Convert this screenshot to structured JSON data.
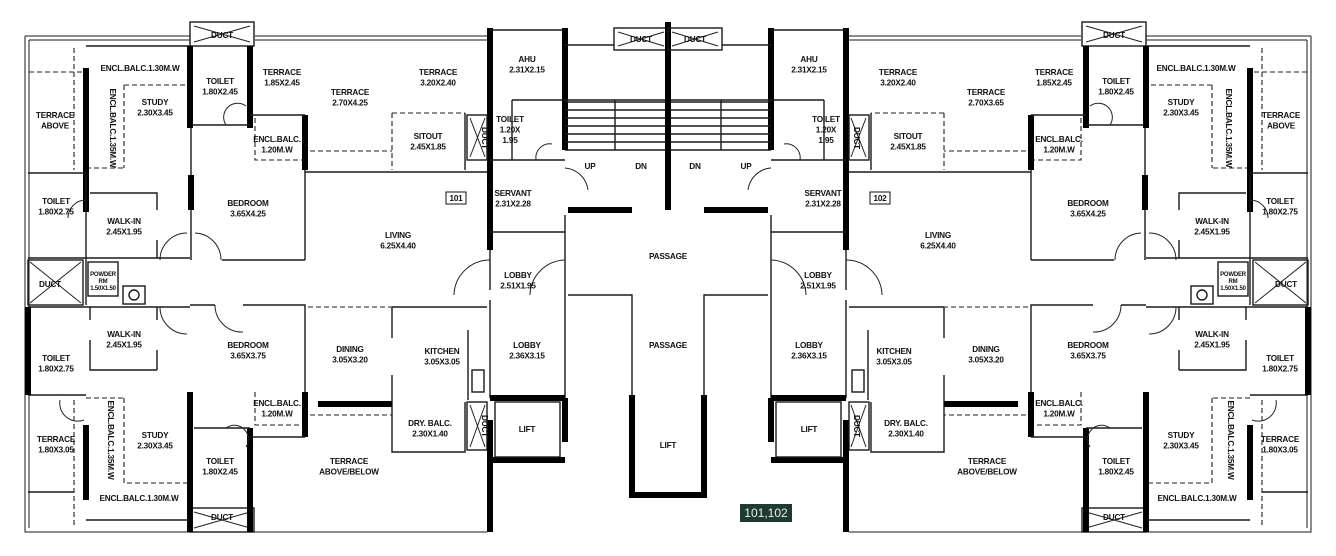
{
  "plan_badge": "101,102",
  "unit_101": {
    "number": "101",
    "rooms": [
      {
        "lines": [
          "ENCL.BALC.1.30M.W"
        ]
      },
      {
        "lines": [
          "TERRACE",
          "ABOVE"
        ]
      },
      {
        "lines": [
          "ENCL.BALC.1.35M.W"
        ],
        "vertical": true
      },
      {
        "lines": [
          "STUDY",
          "2.30X3.45"
        ]
      },
      {
        "lines": [
          "TOILET",
          "1.80X2.45"
        ]
      },
      {
        "lines": [
          "TERRACE",
          "1.85X2.45"
        ]
      },
      {
        "lines": [
          "TERRACE",
          "2.70X4.25"
        ]
      },
      {
        "lines": [
          "TERRACE",
          "3.20X2.40"
        ]
      },
      {
        "lines": [
          "ENCL.BALC.",
          "1.20M.W"
        ]
      },
      {
        "lines": [
          "SITOUT",
          "2.45X1.85"
        ]
      },
      {
        "lines": [
          "TOILET",
          "1.80X2.75"
        ]
      },
      {
        "lines": [
          "WALK-IN",
          "2.45X1.95"
        ]
      },
      {
        "lines": [
          "BEDROOM",
          "3.65X4.25"
        ]
      },
      {
        "lines": [
          "LIVING",
          "6.25X4.40"
        ]
      },
      {
        "lines": [
          "DUCT"
        ]
      },
      {
        "lines": [
          "POWDER",
          "RM",
          "1.50X1.50"
        ],
        "small": true
      },
      {
        "lines": [
          "WALK-IN",
          "2.45X1.95"
        ]
      },
      {
        "lines": [
          "TOILET",
          "1.80X2.75"
        ]
      },
      {
        "lines": [
          "BEDROOM",
          "3.65X3.75"
        ]
      },
      {
        "lines": [
          "DINING",
          "3.05X3.20"
        ]
      },
      {
        "lines": [
          "KITCHEN",
          "3.05X3.05"
        ]
      },
      {
        "lines": [
          "ENCL.BALC.",
          "1.20M.W"
        ]
      },
      {
        "lines": [
          "TERRACE",
          "1.80X3.05"
        ]
      },
      {
        "lines": [
          "ENCL.BALC.1.35M.W"
        ],
        "vertical": true
      },
      {
        "lines": [
          "STUDY",
          "2.30X3.45"
        ]
      },
      {
        "lines": [
          "TOILET",
          "1.80X2.45"
        ]
      },
      {
        "lines": [
          "DRY. BALC.",
          "2.30X1.40"
        ]
      },
      {
        "lines": [
          "TERRACE",
          "ABOVE/BELOW"
        ]
      },
      {
        "lines": [
          "ENCL.BALC.1.30M.W"
        ]
      },
      {
        "lines": [
          "DUCT"
        ]
      },
      {
        "lines": [
          "DUCT"
        ]
      },
      {
        "lines": [
          "DUCT"
        ],
        "vertical": true
      },
      {
        "lines": [
          "DUCT"
        ],
        "vertical": true
      },
      {
        "lines": [
          "AHU",
          "2.31X2.15"
        ]
      },
      {
        "lines": [
          "TOILET",
          "1.20X",
          "1.95"
        ]
      },
      {
        "lines": [
          "SERVANT",
          "2.31X2.28"
        ]
      },
      {
        "lines": [
          "LOBBY",
          "2.51X1.95"
        ]
      },
      {
        "lines": [
          "LOBBY",
          "2.36X3.15"
        ]
      },
      {
        "lines": [
          "LIFT"
        ]
      },
      {
        "lines": [
          "UP"
        ]
      },
      {
        "lines": [
          "DN"
        ]
      },
      {
        "lines": [
          "DUCT"
        ]
      }
    ]
  },
  "unit_102": {
    "number": "102",
    "rooms": [
      {
        "lines": [
          "ENCL.BALC.1.30M.W"
        ]
      },
      {
        "lines": [
          "TERRACE",
          "ABOVE"
        ]
      },
      {
        "lines": [
          "ENCL.BALC.1.35M.W"
        ],
        "vertical": true
      },
      {
        "lines": [
          "STUDY",
          "2.30X3.45"
        ]
      },
      {
        "lines": [
          "TOILET",
          "1.80X2.45"
        ]
      },
      {
        "lines": [
          "TERRACE",
          "1.85X2.45"
        ]
      },
      {
        "lines": [
          "TERRACE",
          "2.70X3.65"
        ]
      },
      {
        "lines": [
          "TERRACE",
          "3.20X2.40"
        ]
      },
      {
        "lines": [
          "ENCL.BALC.",
          "1.20M.W"
        ]
      },
      {
        "lines": [
          "SITOUT",
          "2.45X1.85"
        ]
      },
      {
        "lines": [
          "TOILET",
          "1.80X2.75"
        ]
      },
      {
        "lines": [
          "WALK-IN",
          "2.45X1.95"
        ]
      },
      {
        "lines": [
          "BEDROOM",
          "3.65X4.25"
        ]
      },
      {
        "lines": [
          "LIVING",
          "6.25X4.40"
        ]
      },
      {
        "lines": [
          "DUCT"
        ]
      },
      {
        "lines": [
          "POWDER",
          "RM",
          "1.50X1.50"
        ],
        "small": true
      },
      {
        "lines": [
          "WALK-IN",
          "2.45X1.95"
        ]
      },
      {
        "lines": [
          "TOILET",
          "1.80X2.75"
        ]
      },
      {
        "lines": [
          "BEDROOM",
          "3.65X3.75"
        ]
      },
      {
        "lines": [
          "DINING",
          "3.05X3.20"
        ]
      },
      {
        "lines": [
          "KITCHEN",
          "3.05X3.05"
        ]
      },
      {
        "lines": [
          "ENCL.BALC.",
          "1.20M.W"
        ]
      },
      {
        "lines": [
          "TERRACE",
          "1.80X3.05"
        ]
      },
      {
        "lines": [
          "ENCL.BALC.1.35M.W"
        ],
        "vertical": true
      },
      {
        "lines": [
          "STUDY",
          "2.30X3.45"
        ]
      },
      {
        "lines": [
          "TOILET",
          "1.80X2.45"
        ]
      },
      {
        "lines": [
          "DRY. BALC.",
          "2.30X1.40"
        ]
      },
      {
        "lines": [
          "TERRACE",
          "ABOVE/BELOW"
        ]
      },
      {
        "lines": [
          "ENCL.BALC.1.30M.W"
        ]
      },
      {
        "lines": [
          "DUCT"
        ]
      },
      {
        "lines": [
          "DUCT"
        ]
      },
      {
        "lines": [
          "DUCT"
        ],
        "vertical": true
      },
      {
        "lines": [
          "DUCT"
        ],
        "vertical": true
      },
      {
        "lines": [
          "AHU",
          "2.31X2.15"
        ]
      },
      {
        "lines": [
          "TOILET",
          "1.20X",
          "1.95"
        ]
      },
      {
        "lines": [
          "SERVANT",
          "2.31X2.28"
        ]
      },
      {
        "lines": [
          "LOBBY",
          "2.51X1.95"
        ]
      },
      {
        "lines": [
          "LOBBY",
          "2.36X3.15"
        ]
      },
      {
        "lines": [
          "LIFT"
        ]
      },
      {
        "lines": [
          "UP"
        ]
      },
      {
        "lines": [
          "DN"
        ]
      },
      {
        "lines": [
          "DUCT"
        ]
      }
    ]
  },
  "core": {
    "passage_upper": "PASSAGE",
    "passage_lower": "PASSAGE",
    "lift_center": "LIFT"
  }
}
